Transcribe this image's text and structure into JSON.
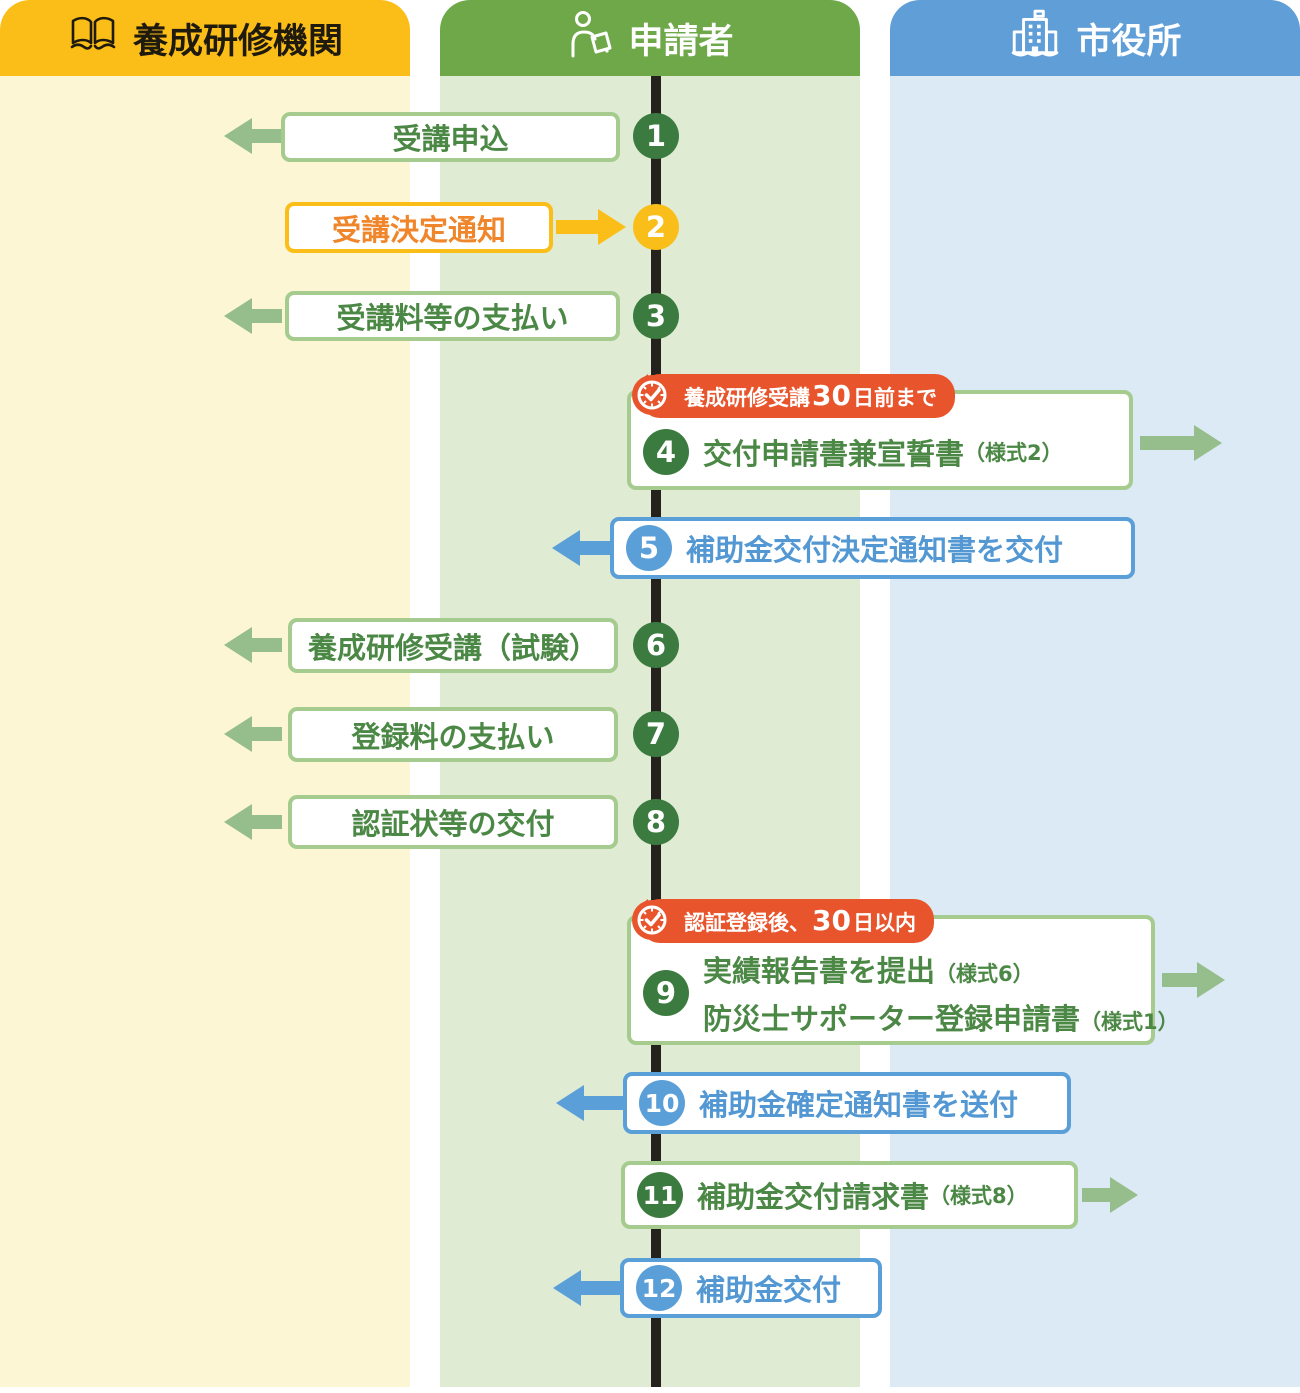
{
  "columns": [
    {
      "label": "養成研修機関",
      "icon": "book-icon",
      "header_color": "#FBBE18",
      "body_color": "#FCF6D5",
      "text_color": "#1F1A0E"
    },
    {
      "label": "申請者",
      "icon": "reader-person-icon",
      "header_color": "#6FA848",
      "body_color": "#DFEBD3",
      "text_color": "#FFFFFF"
    },
    {
      "label": "市役所",
      "icon": "cityhall-building-icon",
      "header_color": "#5F9ED7",
      "body_color": "#DCEAF5",
      "text_color": "#FFFFFF"
    }
  ],
  "steps": [
    {
      "num": "1",
      "label": "受講申込",
      "direction": "to-training",
      "theme": "green"
    },
    {
      "num": "2",
      "label": "受講決定通知",
      "direction": "to-applicant",
      "theme": "yellow"
    },
    {
      "num": "3",
      "label": "受講料等の支払い",
      "direction": "to-training",
      "theme": "green"
    },
    {
      "num": "4",
      "label": "交付申請書兼宣誓書",
      "suffix": "（様式2）",
      "direction": "to-cityhall",
      "theme": "green",
      "badge": {
        "icon": "clock-icon",
        "prefix": "養成研修受講",
        "num": "30",
        "suffix": "日前まで",
        "color": "#E8552D"
      }
    },
    {
      "num": "5",
      "label": "補助金交付決定通知書を交付",
      "direction": "to-applicant",
      "theme": "blue"
    },
    {
      "num": "6",
      "label": "養成研修受講（試験）",
      "direction": "to-training",
      "theme": "green"
    },
    {
      "num": "7",
      "label": "登録料の支払い",
      "direction": "to-training",
      "theme": "green"
    },
    {
      "num": "8",
      "label": "認証状等の交付",
      "direction": "to-training",
      "theme": "green"
    },
    {
      "num": "9",
      "direction": "to-cityhall",
      "theme": "green",
      "badge": {
        "icon": "clock-icon",
        "prefix": "認証登録後、",
        "num": "30",
        "suffix": "日以内",
        "color": "#E8552D"
      },
      "lines": [
        {
          "label": "実績報告書を提出",
          "suffix": "（様式6）"
        },
        {
          "label": "防災士サポーター登録申請書",
          "suffix": "（様式1）"
        }
      ]
    },
    {
      "num": "10",
      "label": "補助金確定通知書を送付",
      "direction": "to-applicant",
      "theme": "blue"
    },
    {
      "num": "11",
      "label": "補助金交付請求書",
      "suffix": "（様式8）",
      "direction": "to-cityhall",
      "theme": "green"
    },
    {
      "num": "12",
      "label": "補助金交付",
      "direction": "to-applicant",
      "theme": "blue"
    }
  ],
  "colors": {
    "yellow_header": "#FBBE18",
    "green_header": "#6FA848",
    "blue_header": "#5F9ED7",
    "yellow_body": "#FCF6D5",
    "green_body": "#DFEBD3",
    "blue_body": "#DCEAF5",
    "circle_green": "#3C7B3F",
    "circle_yellow": "#F9BE19",
    "circle_blue": "#5B9FD8",
    "box_border_green": "#A6CB8E",
    "box_text_green": "#4C8845",
    "box_border_yellow": "#FBBE18",
    "box_text_orange": "#F0862B",
    "box_border_blue": "#5B9FD8",
    "box_text_blue": "#5398D3",
    "arrow_green": "#96BD8C",
    "arrow_blue": "#5B9FD8",
    "arrow_yellow": "#FBBE18",
    "badge_red": "#E8552D",
    "timeline_black": "#25211C"
  }
}
